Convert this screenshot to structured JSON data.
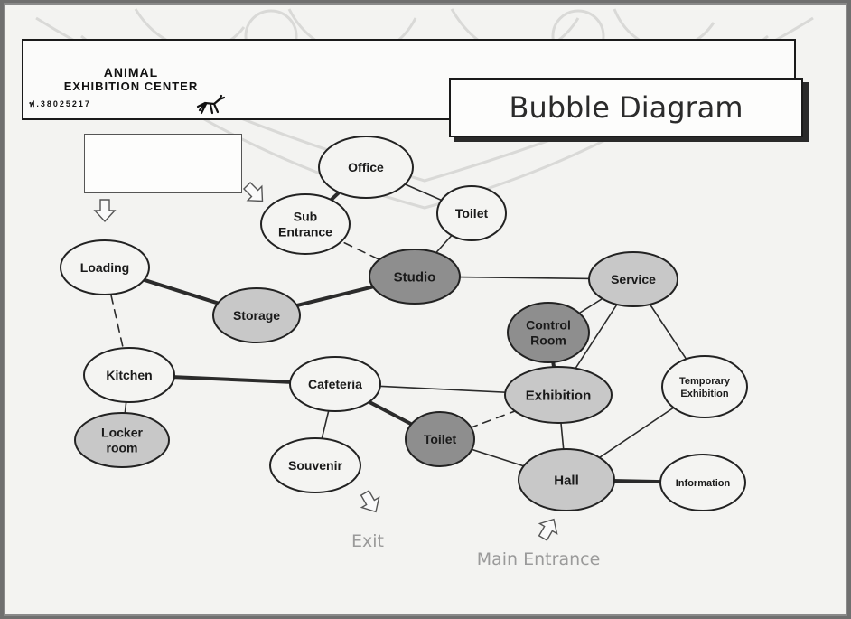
{
  "header": {
    "logo_line1": "ANIMAL",
    "logo_line2": "EXHIBITION CENTER",
    "logo_code": "ฟ.38025217",
    "title": "Bubble Diagram"
  },
  "colors": {
    "node_light": "#f4f4f2",
    "node_medium": "#c8c8c8",
    "node_dark": "#8e8e8e",
    "edge": "#2b2b2b",
    "callout_text": "#9a9a9a"
  },
  "nodes": [
    {
      "id": "office",
      "label": [
        "Office"
      ],
      "shade": "light"
    },
    {
      "id": "toilet-top",
      "label": [
        "Toilet"
      ],
      "shade": "light"
    },
    {
      "id": "sub-entrance",
      "label": [
        "Sub",
        "Entrance"
      ],
      "shade": "light"
    },
    {
      "id": "studio",
      "label": [
        "Studio"
      ],
      "shade": "dark"
    },
    {
      "id": "loading",
      "label": [
        "Loading"
      ],
      "shade": "light"
    },
    {
      "id": "storage",
      "label": [
        "Storage"
      ],
      "shade": "medium"
    },
    {
      "id": "service",
      "label": [
        "Service"
      ],
      "shade": "medium"
    },
    {
      "id": "control-room",
      "label": [
        "Control",
        "Room"
      ],
      "shade": "dark"
    },
    {
      "id": "exhibition",
      "label": [
        "Exhibition"
      ],
      "shade": "medium"
    },
    {
      "id": "temporary-exhibition",
      "label": [
        "Temporary",
        "Exhibition"
      ],
      "shade": "light"
    },
    {
      "id": "kitchen",
      "label": [
        "Kitchen"
      ],
      "shade": "light"
    },
    {
      "id": "cafeteria",
      "label": [
        "Cafeteria"
      ],
      "shade": "light"
    },
    {
      "id": "locker-room",
      "label": [
        "Locker",
        "room"
      ],
      "shade": "medium"
    },
    {
      "id": "toilet-bottom",
      "label": [
        "Toilet"
      ],
      "shade": "dark"
    },
    {
      "id": "souvenir",
      "label": [
        "Souvenir"
      ],
      "shade": "light"
    },
    {
      "id": "hall",
      "label": [
        "Hall"
      ],
      "shade": "medium"
    },
    {
      "id": "information",
      "label": [
        "Information"
      ],
      "shade": "light"
    }
  ],
  "edges": [
    {
      "from": "office",
      "to": "sub-entrance",
      "style": "thick"
    },
    {
      "from": "office",
      "to": "toilet-top",
      "style": "thin"
    },
    {
      "from": "toilet-top",
      "to": "studio",
      "style": "thin"
    },
    {
      "from": "sub-entrance",
      "to": "studio",
      "style": "dashed"
    },
    {
      "from": "studio",
      "to": "service",
      "style": "thin"
    },
    {
      "from": "studio",
      "to": "storage",
      "style": "thick"
    },
    {
      "from": "loading",
      "to": "storage",
      "style": "thick"
    },
    {
      "from": "loading",
      "to": "kitchen",
      "style": "dashed"
    },
    {
      "from": "kitchen",
      "to": "cafeteria",
      "style": "thick"
    },
    {
      "from": "kitchen",
      "to": "locker-room",
      "style": "thin"
    },
    {
      "from": "cafeteria",
      "to": "souvenir",
      "style": "thin"
    },
    {
      "from": "cafeteria",
      "to": "toilet-bottom",
      "style": "thick"
    },
    {
      "from": "cafeteria",
      "to": "exhibition",
      "style": "thin"
    },
    {
      "from": "service",
      "to": "control-room",
      "style": "thin"
    },
    {
      "from": "service",
      "to": "exhibition",
      "style": "thin"
    },
    {
      "from": "service",
      "to": "temporary-exhibition",
      "style": "thin"
    },
    {
      "from": "control-room",
      "to": "exhibition",
      "style": "thick"
    },
    {
      "from": "exhibition",
      "to": "toilet-bottom",
      "style": "dashed"
    },
    {
      "from": "exhibition",
      "to": "hall",
      "style": "thin"
    },
    {
      "from": "toilet-bottom",
      "to": "hall",
      "style": "thin"
    },
    {
      "from": "hall",
      "to": "temporary-exhibition",
      "style": "thin"
    },
    {
      "from": "hall",
      "to": "information",
      "style": "thick"
    }
  ],
  "callouts": {
    "exit": "Exit",
    "main_entrance": "Main Entrance"
  }
}
